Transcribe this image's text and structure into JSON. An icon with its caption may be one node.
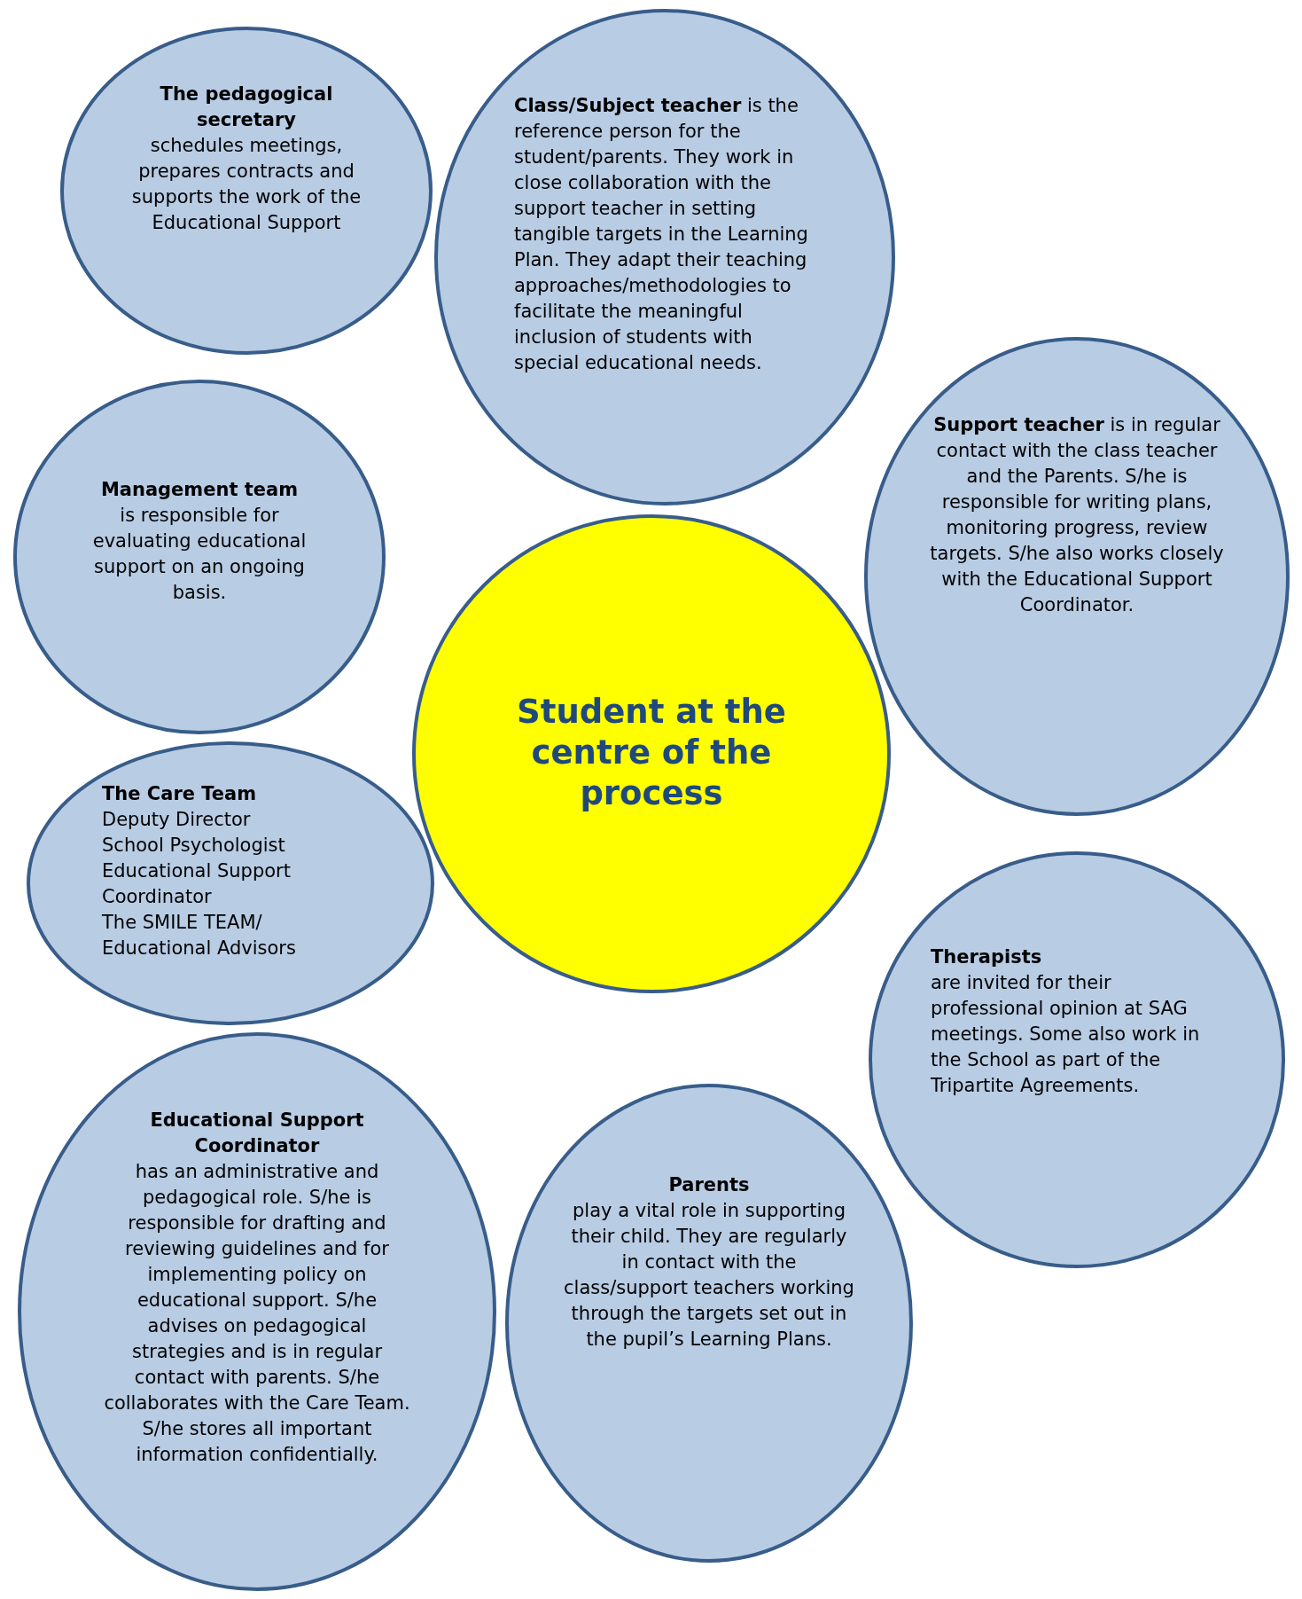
{
  "diagram": {
    "nodes": [
      {
        "text": [
          "The pedagogical secretary",
          "schedules meetings, prepares contracts and supports the work of the Educational Support"
        ]
      },
      {
        "text": [
          "**Class/Subject teacher** is the reference person for the student/parents. They work in close collaboration with the support teacher in setting tangible targets in the Learning Plan. They adapt their teaching approaches/methodologies to facilitate the meaningful inclusion of students with special educational needs."
        ]
      },
      {
        "text": [
          "**Support teacher** is in regular contact with the class teacher and the Parents. S/he is responsible for writing plans, monitoring progress, review targets. S/he also works closely with the Educational Support Coordinator."
        ]
      },
      {
        "text": [
          "Management team",
          "is responsible for evaluating educational support on an ongoing basis."
        ]
      },
      {
        "text": [
          "Student at the centre of the process"
        ]
      },
      {
        "text": [
          "The Care Team",
          "Deputy Director",
          "School Psychologist",
          "Educational Support Coordinator",
          "The SMILE TEAM/ Educational Advisors"
        ]
      },
      {
        "text": [
          "Therapists",
          "are invited for their professional opinion at SAG meetings. Some also work in the School as part of the Tripartite Agreements."
        ]
      },
      {
        "text": [
          "Educational Support Coordinator",
          "has an administrative and pedagogical role. S/he is responsible for drafting and reviewing guidelines and for implementing policy on educational support. S/he advises on pedagogical strategies and is in regular contact with parents. S/he collaborates with the Care Team. S/he stores all important information confidentially."
        ]
      },
      {
        "text": [
          "Parents",
          "play a vital role in supporting their child. They are regularly in contact with the class/support teachers working through the targets set out in the pupil’s Learning Plans."
        ]
      }
    ]
  }
}
